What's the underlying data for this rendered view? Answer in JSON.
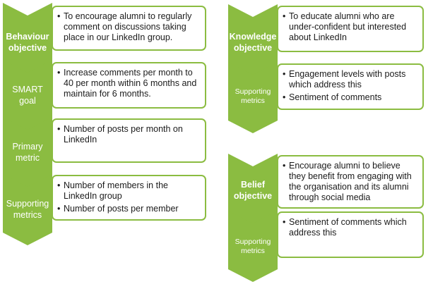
{
  "colors": {
    "chevron_fill": "#8bbc41",
    "box_border": "#8bbc41",
    "label_text": "#ffffff",
    "body_text": "#1b1b1b"
  },
  "left_column": [
    {
      "label_lines": [
        "Behaviour",
        "objective"
      ],
      "label_bold": true,
      "bullets": [
        "To encourage alumni to regularly comment on discussions taking place in our LinkedIn group."
      ]
    },
    {
      "label_lines": [
        "SMART",
        "goal"
      ],
      "label_bold": false,
      "bullets": [
        "Increase comments per month to 40 per month within 6 months and maintain for 6 months."
      ]
    },
    {
      "label_lines": [
        "Primary",
        "metric"
      ],
      "label_bold": false,
      "bullets": [
        "Number of posts per month on LinkedIn"
      ]
    },
    {
      "label_lines": [
        "Supporting",
        "metrics"
      ],
      "label_bold": false,
      "bullets": [
        "Number of members in the LinkedIn group",
        "Number of posts per member"
      ]
    }
  ],
  "knowledge_group": [
    {
      "label_lines": [
        "Knowledge",
        "objective"
      ],
      "label_bold": true,
      "bullets": [
        "To educate alumni who are under-confident but interested about LinkedIn"
      ]
    },
    {
      "label_lines": [
        "Supporting",
        "metrics"
      ],
      "label_bold": false,
      "bullets": [
        "Engagement levels with posts which address this",
        "Sentiment of comments"
      ]
    }
  ],
  "belief_group": [
    {
      "label_lines": [
        "Belief",
        "objective"
      ],
      "label_bold": true,
      "bullets": [
        "Encourage alumni to believe they benefit from engaging with the organisation and its alumni through social media"
      ]
    },
    {
      "label_lines": [
        "Supporting",
        "metrics"
      ],
      "label_bold": false,
      "bullets": [
        "Sentiment of comments which address this"
      ]
    }
  ]
}
